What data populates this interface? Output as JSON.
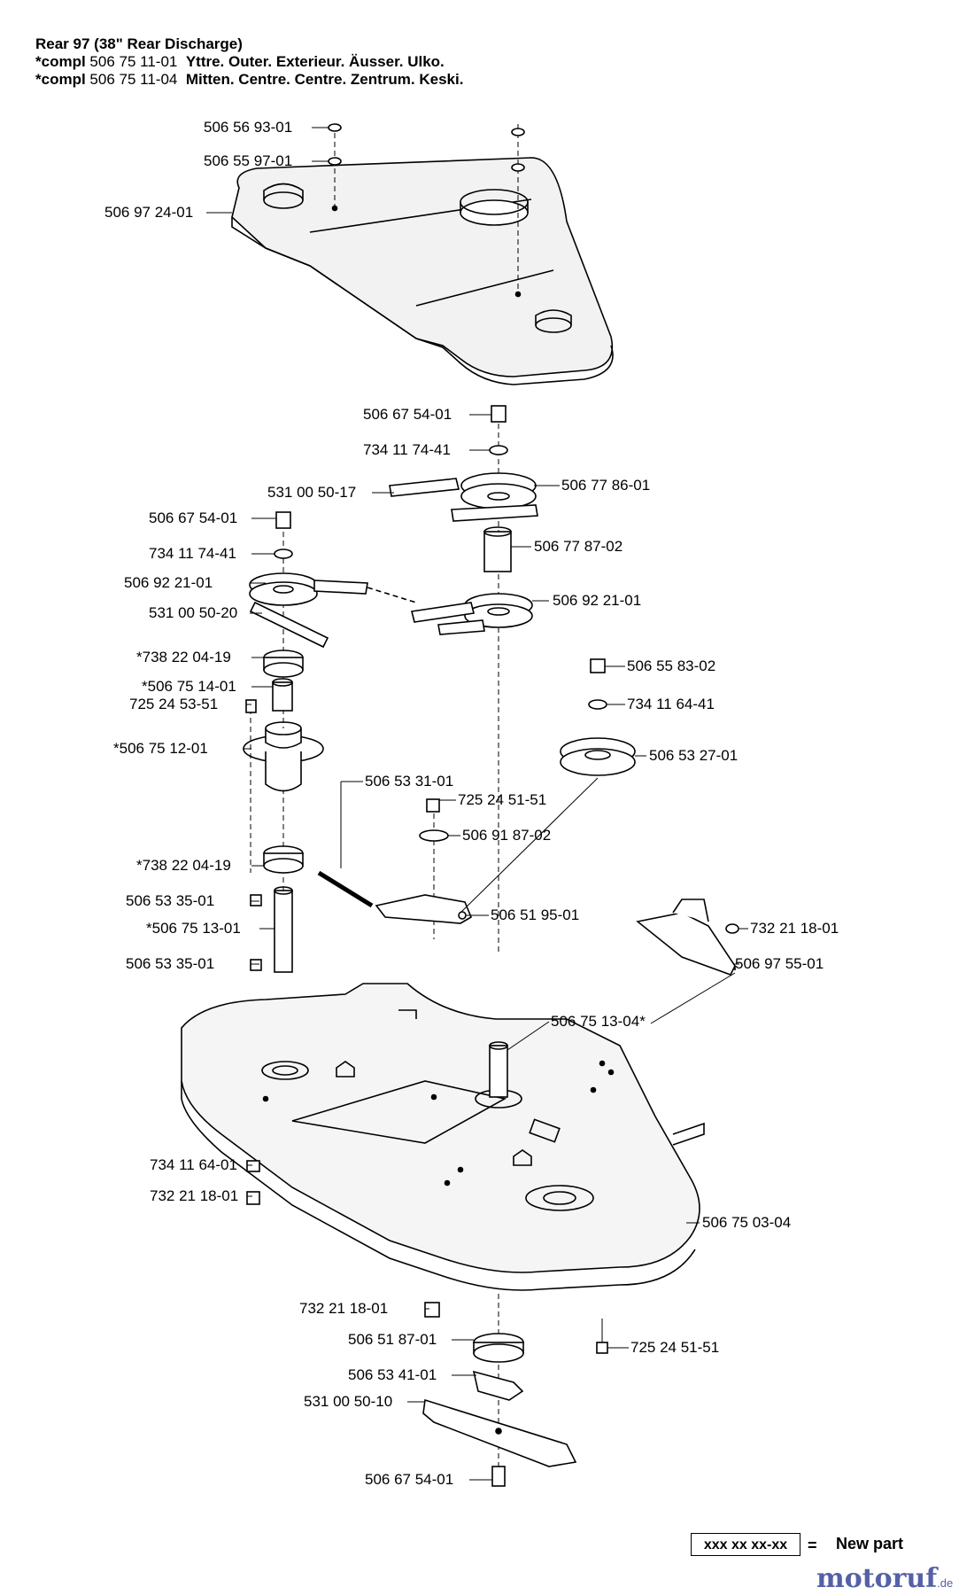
{
  "header": {
    "title": "Rear 97 (38\" Rear Discharge)",
    "compl1_prefix": "*compl",
    "compl1_number": "506 75 11-01",
    "compl1_desc": "Yttre. Outer. Exterieur. Äusser. Ulko.",
    "compl2_prefix": "*compl",
    "compl2_number": "506 75 11-04",
    "compl2_desc": "Mitten. Centre. Centre. Zentrum. Keski."
  },
  "parts": [
    "506 56 93-01",
    "506 55 97-01",
    "506 97 24-01",
    "506 67 54-01",
    "734 11 74-41",
    "531 00 50-17",
    "506 77 86-01",
    "506 67 54-01",
    "506 77 87-02",
    "734 11 74-41",
    "506 92 21-01",
    "506 92 21-01",
    "531 00 50-20",
    "*738 22 04-19",
    "506 55 83-02",
    "*506 75 14-01",
    "725 24 53-51",
    "734 11 64-41",
    "*506 75 12-01",
    "506 53 27-01",
    "506 53 31-01",
    "725 24 51-51",
    "506 91 87-02",
    "*738 22 04-19",
    "506 53 35-01",
    "506 51 95-01",
    "*506 75 13-01",
    "732 21 18-01",
    "506 53 35-01",
    "506 97 55-01",
    "506 75 13-04*",
    "734 11 64-01",
    "732 21 18-01",
    "506 75 03-04",
    "732 21 18-01",
    "506 51 87-01",
    "725 24 51-51",
    "506 53 41-01",
    "531 00 50-10",
    "506 67 54-01"
  ],
  "legend": {
    "code": "xxx xx xx-xx",
    "equals": "=",
    "text": "New part"
  },
  "watermark": {
    "brand": "motoruf",
    "tld": ".de"
  }
}
